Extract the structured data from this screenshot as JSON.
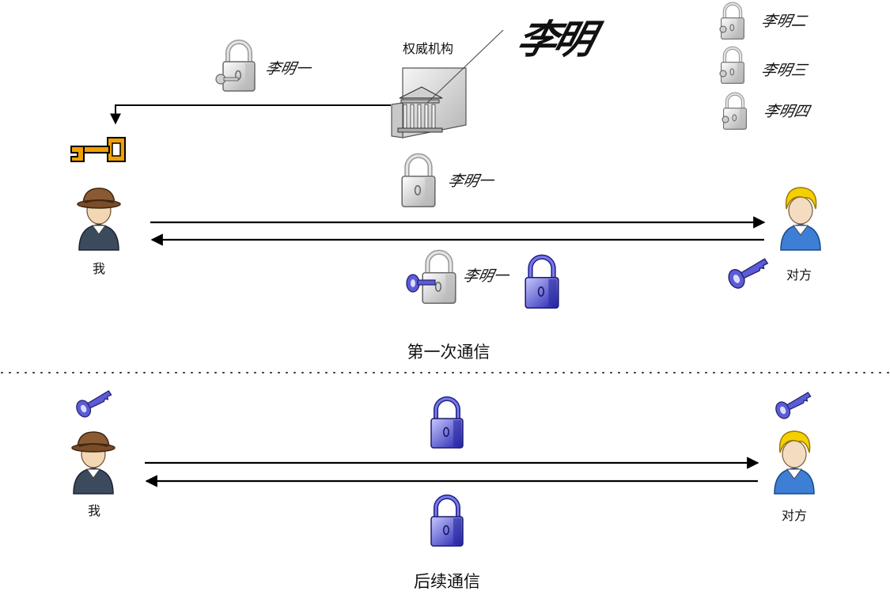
{
  "authority": {
    "label": "权威机构",
    "signature": "李明"
  },
  "first_session": {
    "caption": "第一次通信",
    "me_label": "我",
    "peer_label": "对方",
    "certificate_signature": "李明一",
    "received_signature": "李明一",
    "bundle_signature": "李明一"
  },
  "issued_certificates": [
    "李明二",
    "李明三",
    "李明四"
  ],
  "later_session": {
    "caption": "后续通信",
    "me_label": "我",
    "peer_label": "对方"
  },
  "colors": {
    "gold_key": "#f0a000",
    "blue_lock": "#3a3ad0",
    "grey_lock": "#c8c8c8",
    "arrow": "#000000"
  },
  "icons": [
    "padlock-icon",
    "key-icon",
    "building-icon",
    "person-icon",
    "arrow-icon"
  ]
}
